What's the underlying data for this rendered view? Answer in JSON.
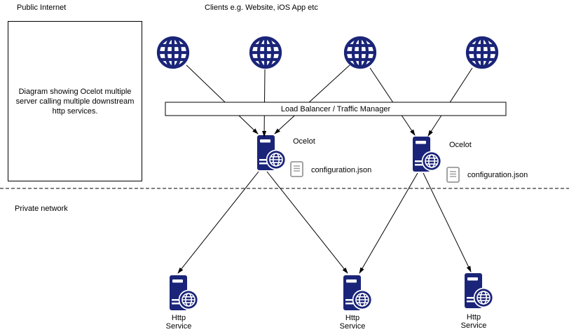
{
  "colors": {
    "icon_navy": "#1a2478",
    "line_black": "#000000",
    "doc_gray": "#999999",
    "background": "#ffffff"
  },
  "diagram": {
    "public_zone_label": "Public Internet",
    "private_zone_label": "Private network",
    "clients_label": "Clients e.g. Website, iOS App etc",
    "description": "Diagram showing Ocelot multiple server calling multiple downstream http services.",
    "load_balancer_label": "Load Balancer / Traffic Manager",
    "gateways": [
      {
        "label": "Ocelot",
        "config_file": "configuration.json"
      },
      {
        "label": "Ocelot",
        "config_file": "configuration.json"
      }
    ],
    "services": [
      {
        "line1": "Http",
        "line2": "Service"
      },
      {
        "line1": "Http",
        "line2": "Service"
      },
      {
        "line1": "Http",
        "line2": "Service"
      }
    ],
    "icons": {
      "client": "globe-icon",
      "gateway": "server-globe-icon",
      "service": "server-globe-icon",
      "config": "document-icon"
    }
  }
}
